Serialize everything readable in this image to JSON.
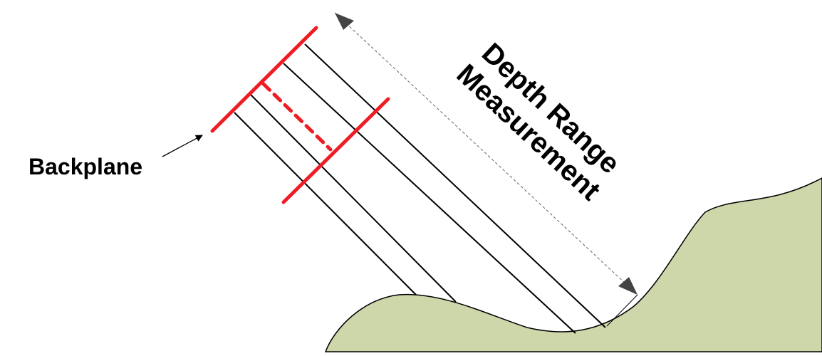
{
  "labels": {
    "backplane": "Backplane",
    "depth_line1": "Depth Range",
    "depth_line2": "Measurement"
  },
  "colors": {
    "backplane": "#ee1c24",
    "terrain_fill": "#cdd7a9",
    "terrain_stroke": "#000000",
    "beam": "#000000",
    "dimension": "#555555"
  }
}
